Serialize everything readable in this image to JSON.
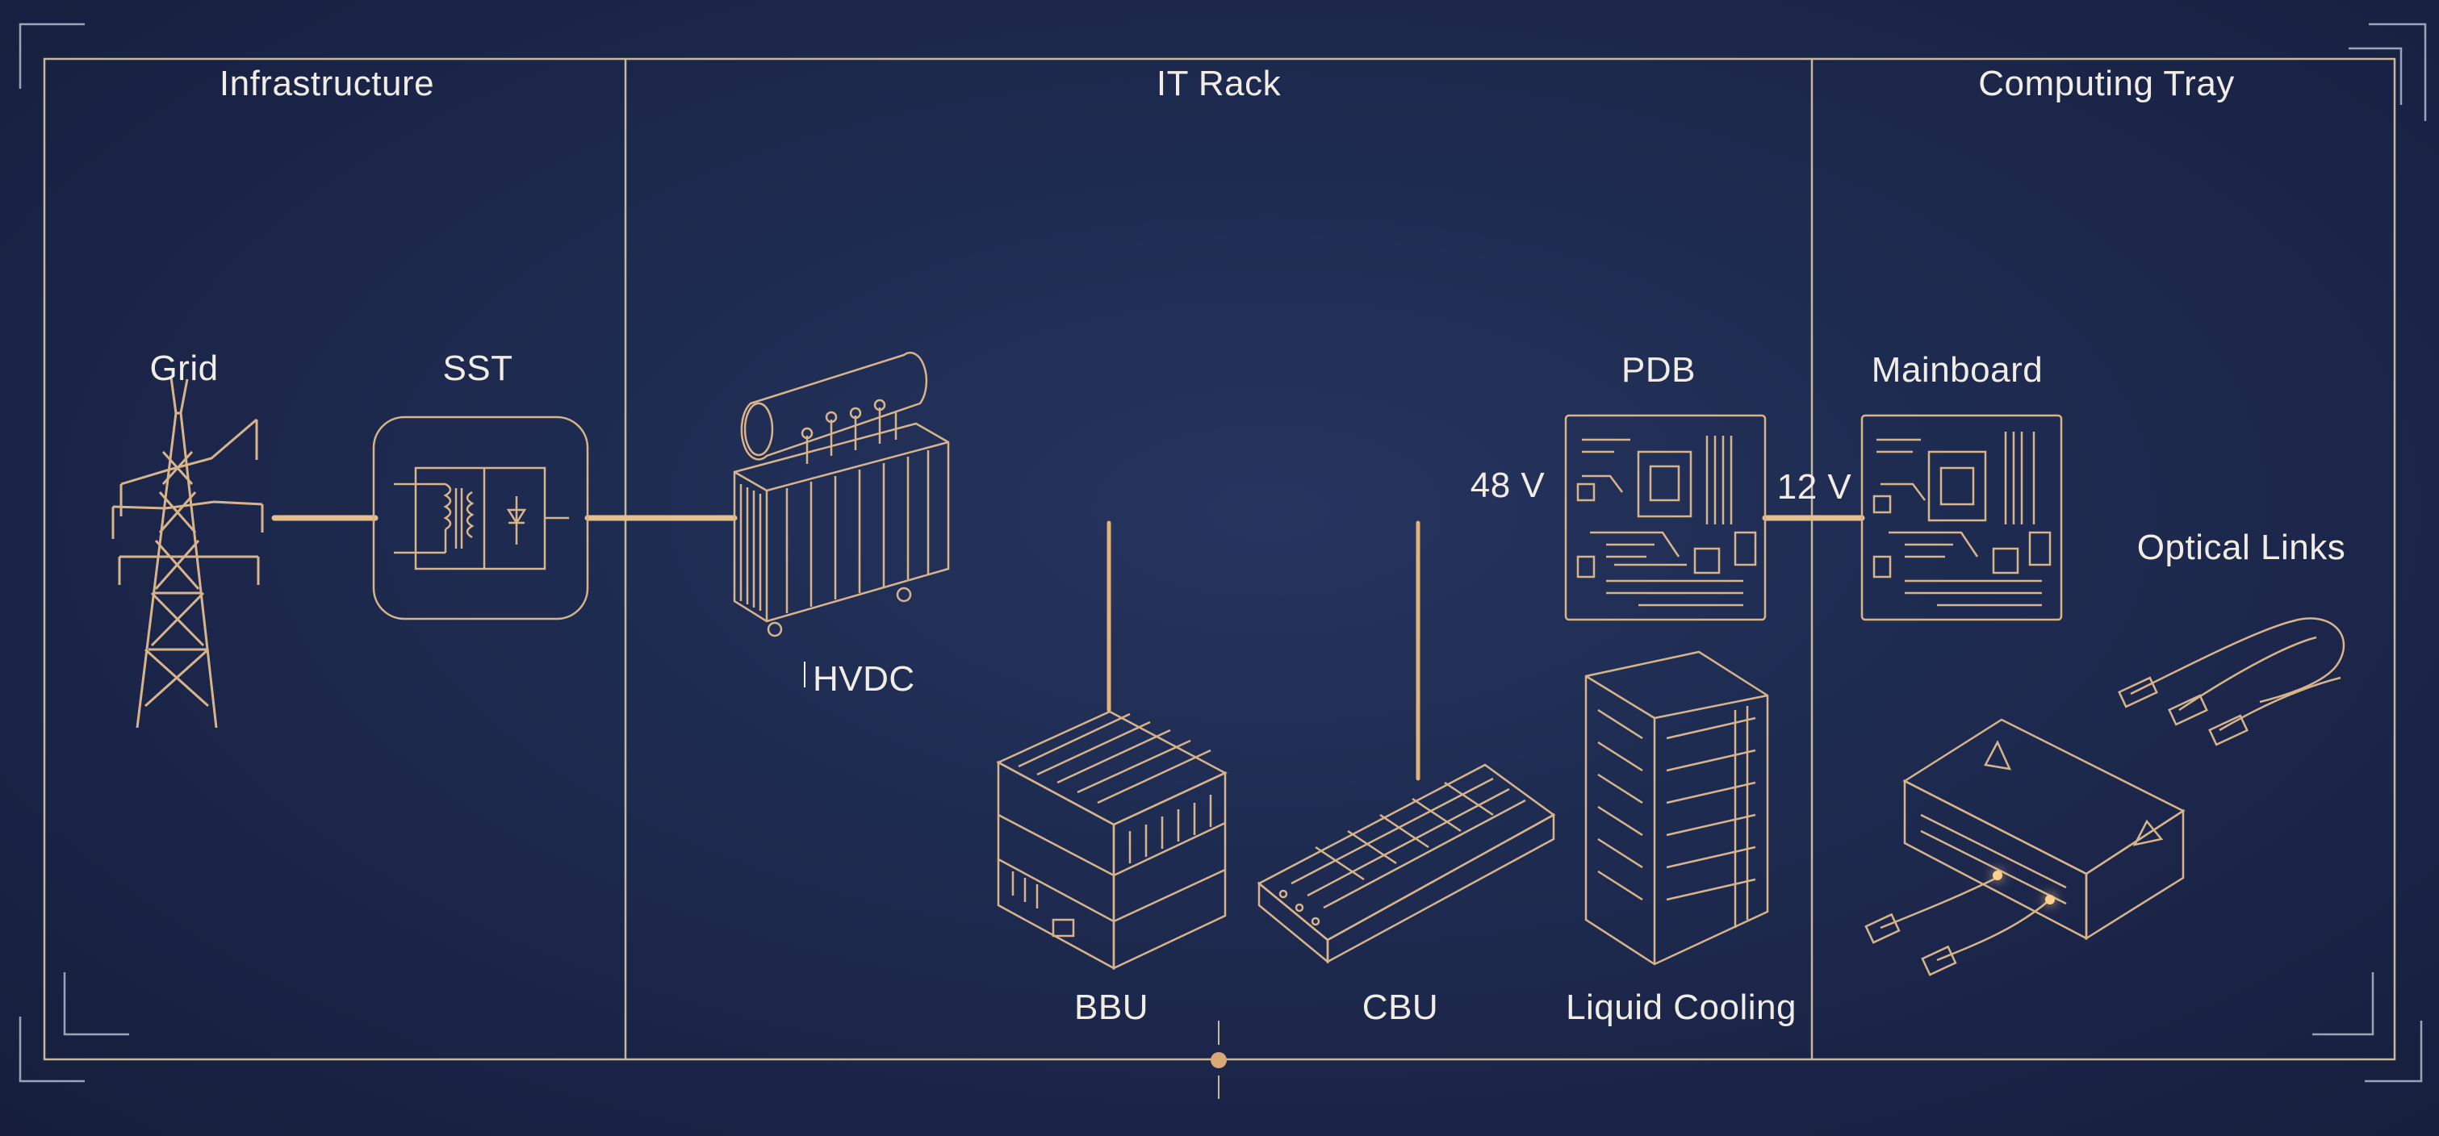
{
  "sections": {
    "infrastructure": "Infrastructure",
    "it_rack": "IT Rack",
    "computing_tray": "Computing Tray"
  },
  "components": {
    "grid": "Grid",
    "sst": "SST",
    "hvdc": "HVDC",
    "pdb": "PDB",
    "mainboard": "Mainboard",
    "optical_links": "Optical Links",
    "bbu": "BBU",
    "cbu": "CBU",
    "liquid_cooling": "Liquid Cooling"
  },
  "voltages": {
    "pdb_input": "48 V",
    "mainboard_input": "12 V"
  },
  "colors": {
    "background": "#1b2548",
    "frame_line": "#c9b79a",
    "power_bus": "#f0b869",
    "drawing": "#d8b48a",
    "text": "#f1ede4"
  }
}
